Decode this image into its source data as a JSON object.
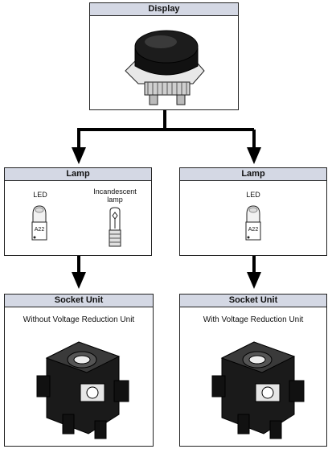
{
  "display": {
    "title": "Display"
  },
  "lamp_left": {
    "title": "Lamp",
    "led_label": "LED",
    "led_marking": "A22",
    "incandescent_label_line1": "Incandescent",
    "incandescent_label_line2": "lamp"
  },
  "lamp_right": {
    "title": "Lamp",
    "led_label": "LED",
    "led_marking": "A22"
  },
  "socket_left": {
    "title": "Socket Unit",
    "caption": "Without Voltage Reduction Unit"
  },
  "socket_right": {
    "title": "Socket Unit",
    "caption": "With Voltage Reduction Unit"
  }
}
